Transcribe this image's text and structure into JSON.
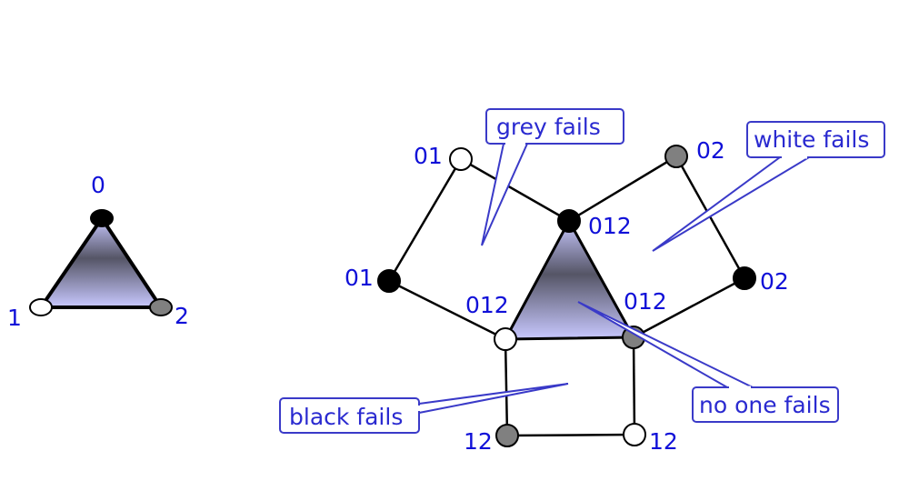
{
  "colors": {
    "label": "#1010d8",
    "callout": "#2a2ad0",
    "black": "#000000",
    "white": "#ffffff",
    "grey": "#808080",
    "simplex_top": "#c8c8ff",
    "simplex_mid": "#555566",
    "simplex_bottom": "#c8c8ff"
  },
  "small_simplex": {
    "vertices": [
      {
        "id": "s0",
        "color": "black",
        "label": "0"
      },
      {
        "id": "s1",
        "color": "white",
        "label": "1"
      },
      {
        "id": "s2",
        "color": "grey",
        "label": "2"
      }
    ]
  },
  "complex": {
    "vertices": [
      {
        "id": "v01w",
        "color": "white",
        "label": "01"
      },
      {
        "id": "v01b",
        "color": "black",
        "label": "01"
      },
      {
        "id": "v02g",
        "color": "grey",
        "label": "02"
      },
      {
        "id": "v02b",
        "color": "black",
        "label": "02"
      },
      {
        "id": "v012b",
        "color": "black",
        "label": "012"
      },
      {
        "id": "v012w",
        "color": "white",
        "label": "012"
      },
      {
        "id": "v012g",
        "color": "grey",
        "label": "012"
      },
      {
        "id": "v12g",
        "color": "grey",
        "label": "12"
      },
      {
        "id": "v12w",
        "color": "white",
        "label": "12"
      }
    ],
    "edges": [
      [
        "v01w",
        "v012b"
      ],
      [
        "v01w",
        "v01b"
      ],
      [
        "v01b",
        "v012w"
      ],
      [
        "v02g",
        "v012b"
      ],
      [
        "v02g",
        "v02b"
      ],
      [
        "v02b",
        "v012g"
      ],
      [
        "v012w",
        "v12g"
      ],
      [
        "v12g",
        "v12w"
      ],
      [
        "v12w",
        "v012g"
      ]
    ],
    "triangle": [
      "v012b",
      "v012w",
      "v012g"
    ]
  },
  "callouts": [
    {
      "id": "grey",
      "text": "grey fails"
    },
    {
      "id": "white",
      "text": "white fails"
    },
    {
      "id": "black",
      "text": "black fails"
    },
    {
      "id": "none",
      "text": "no one fails"
    }
  ]
}
